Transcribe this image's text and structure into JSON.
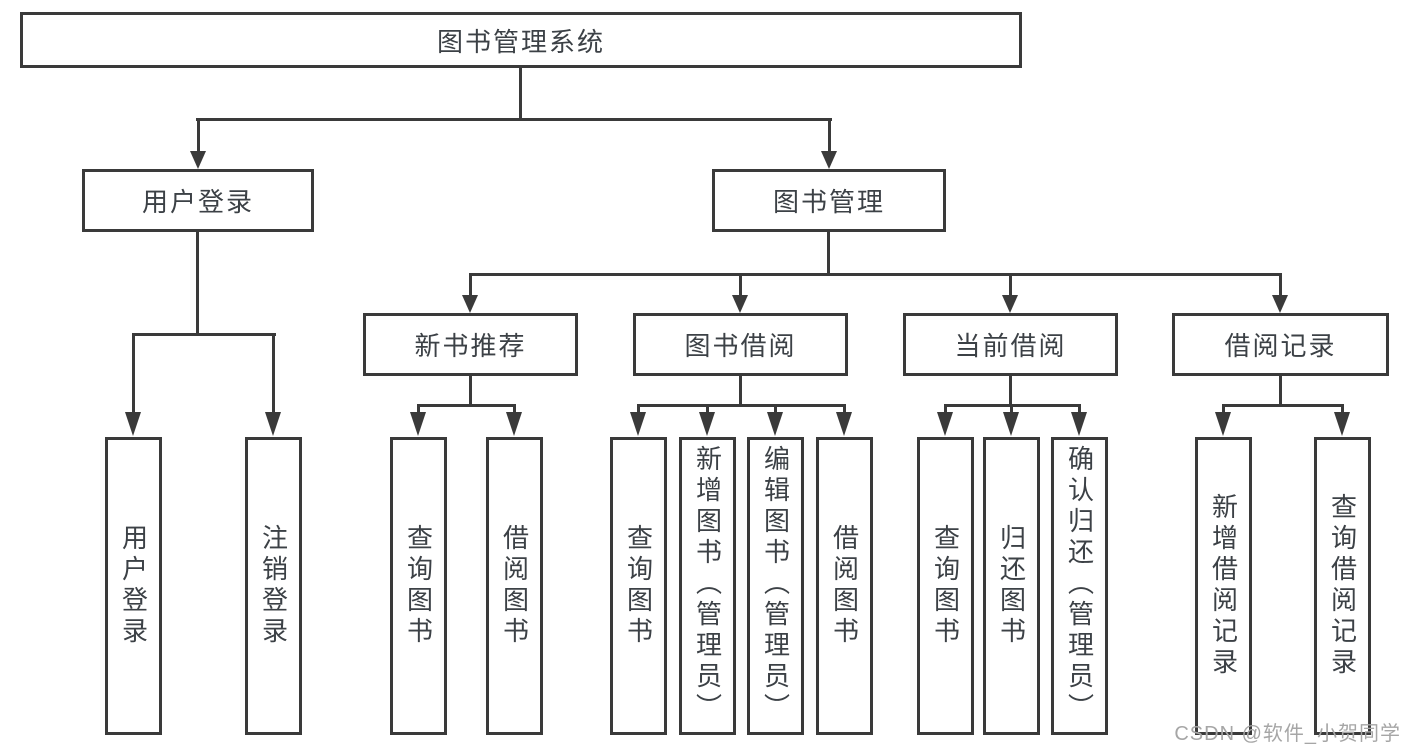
{
  "diagram": {
    "title": "图书管理系统",
    "tree": {
      "label": "图书管理系统",
      "children": [
        {
          "label": "用户登录",
          "children": [
            {
              "label": "用户登录"
            },
            {
              "label": "注销登录"
            }
          ]
        },
        {
          "label": "图书管理",
          "children": [
            {
              "label": "新书推荐",
              "children": [
                {
                  "label": "查询图书"
                },
                {
                  "label": "借阅图书"
                }
              ]
            },
            {
              "label": "图书借阅",
              "children": [
                {
                  "label": "查询图书"
                },
                {
                  "label": "新增图书（管理员）"
                },
                {
                  "label": "编辑图书（管理员）"
                },
                {
                  "label": "借阅图书"
                }
              ]
            },
            {
              "label": "当前借阅",
              "children": [
                {
                  "label": "查询图书"
                },
                {
                  "label": "归还图书"
                },
                {
                  "label": "确认归还（管理员）"
                }
              ]
            },
            {
              "label": "借阅记录",
              "children": [
                {
                  "label": "新增借阅记录"
                },
                {
                  "label": "查询借阅记录"
                }
              ]
            }
          ]
        }
      ]
    }
  },
  "watermark": {
    "text": "CSDN @软件_小贺同学"
  },
  "colors": {
    "line": "#3a3a3a",
    "text": "#3c4146",
    "watermark": "#a6a6a6",
    "background": "#ffffff"
  }
}
